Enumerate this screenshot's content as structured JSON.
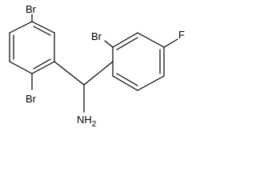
{
  "molecule": {
    "labels": {
      "br_top_left": "Br",
      "br_bottom_left": "Br",
      "br_top_right": "Br",
      "f_right": "F",
      "nh2": "NH",
      "nh2_sub": "2"
    }
  }
}
